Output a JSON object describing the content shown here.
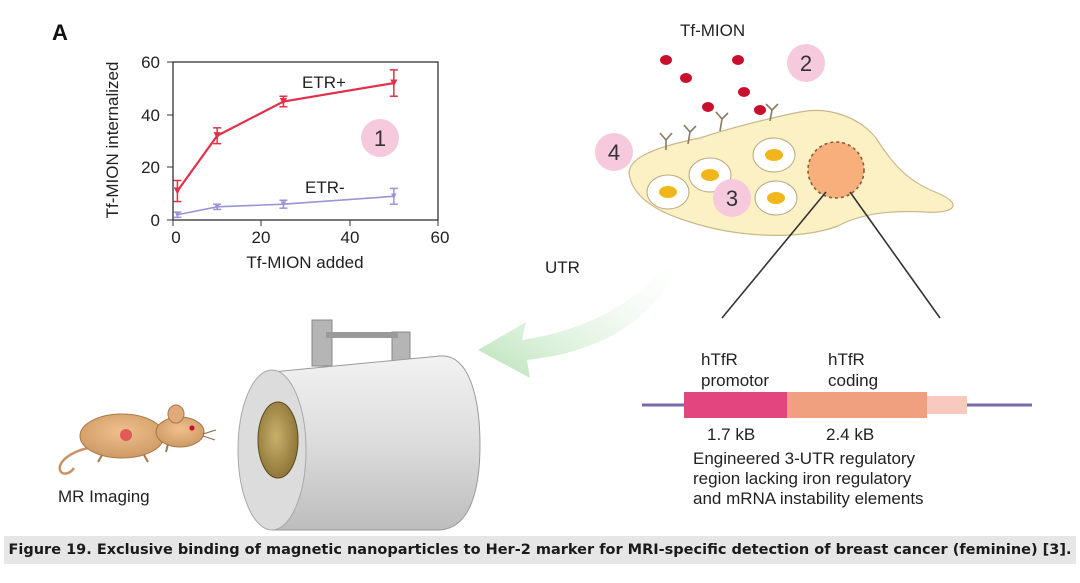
{
  "panel_label": "A",
  "chart_data": {
    "type": "line",
    "xlabel": "Tf-MION added",
    "ylabel": "Tf-MION internalized",
    "xlim": [
      0,
      60
    ],
    "ylim": [
      0,
      60
    ],
    "xticks": [
      "0",
      "20",
      "40",
      "60"
    ],
    "yticks": [
      "0",
      "20",
      "40",
      "60"
    ],
    "grid": false,
    "series": [
      {
        "name": "ETR+",
        "color": "#e0304a",
        "x": [
          1,
          10,
          25,
          50
        ],
        "y": [
          11,
          32,
          45,
          52
        ],
        "err": [
          4,
          3,
          2,
          5
        ]
      },
      {
        "name": "ETR-",
        "color": "#9a95d4",
        "x": [
          1,
          10,
          25,
          50
        ],
        "y": [
          2,
          5,
          6,
          9
        ],
        "err": [
          1,
          1,
          1.5,
          3
        ]
      }
    ]
  },
  "markers": {
    "m1": "1",
    "m2": "2",
    "m3": "3",
    "m4": "4"
  },
  "labels": {
    "tf_mion": "Tf-MION",
    "utr": "UTR",
    "mr_imaging": "MR Imaging",
    "promoter_name_1": "hTfR",
    "promoter_name_2": "promotor",
    "coding_name_1": "hTfR",
    "coding_name_2": "coding",
    "promoter_size": "1.7 kB",
    "coding_size": "2.4 kB",
    "utr_desc_1": "Engineered 3-UTR regulatory",
    "utr_desc_2": "region lacking iron regulatory",
    "utr_desc_3": "and mRNA instability elements"
  },
  "caption": "Figure 19. Exclusive binding of magnetic nanoparticles to Her-2 marker for MRI-specific detection of breast cancer (feminine) [3].",
  "colors": {
    "etr_plus": "#e0304a",
    "etr_minus": "#9a95d4",
    "cell": "#fbf1c4",
    "marker_bubble": "#f6c9dc",
    "promoter": "#e3457f",
    "coding": "#f0a07e",
    "utr_segment": "#f8c9bd",
    "particle": "#c8102e",
    "arrow": "#bfe5bf"
  }
}
